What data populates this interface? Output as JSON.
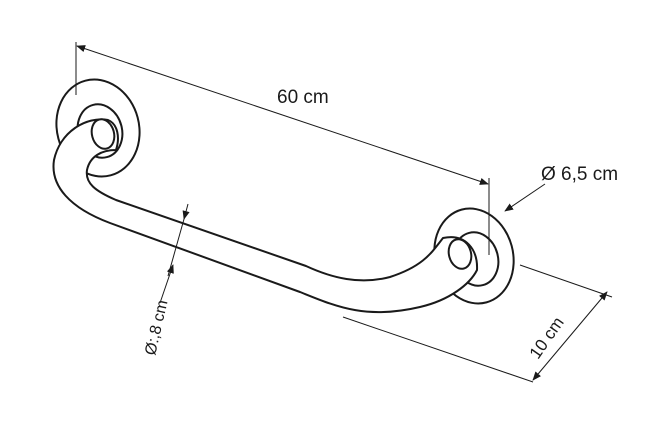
{
  "dimensions": {
    "length": "60 cm",
    "flange_diameter": "Ø 6,5 cm",
    "projection": "10 cm",
    "tube_diameter": "Ø:,8 cm"
  },
  "colors": {
    "line": "#1a1a1a",
    "fill": "#ffffff"
  }
}
